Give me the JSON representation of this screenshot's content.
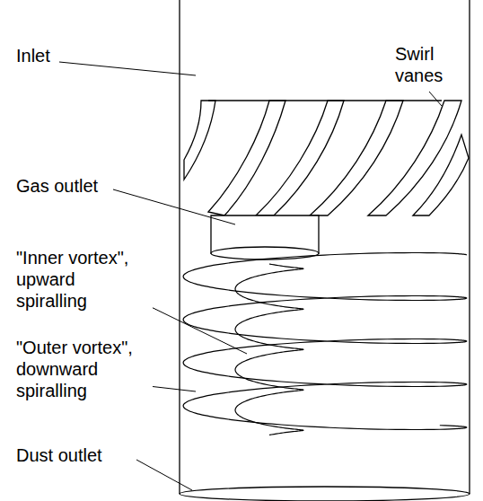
{
  "diagram": {
    "labels": [
      "Inlet",
      "Swirl vanes",
      "Gas outlet",
      "\"Inner vortex\", upward spiralling",
      "\"Outer vortex\", downward spiralling",
      "Dust outlet"
    ]
  }
}
